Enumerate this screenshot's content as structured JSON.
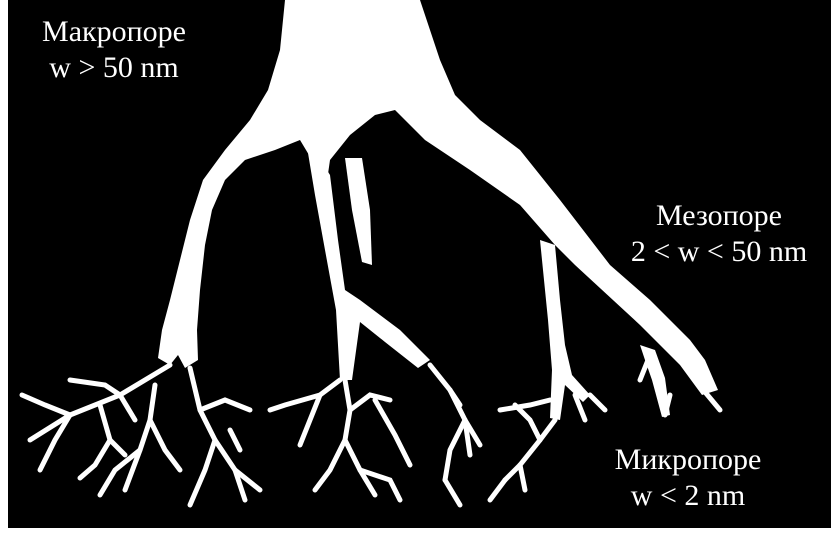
{
  "colors": {
    "background": "#000000",
    "pores": "#ffffff",
    "frame": "#ffffff"
  },
  "labels": {
    "macro": {
      "name": "Макропоре",
      "range": "w > 50 nm"
    },
    "meso": {
      "name": "Мезопоре",
      "range": "2 < w < 50 nm"
    },
    "micro": {
      "name": "Микропоре",
      "range": "w < 2 nm"
    }
  }
}
